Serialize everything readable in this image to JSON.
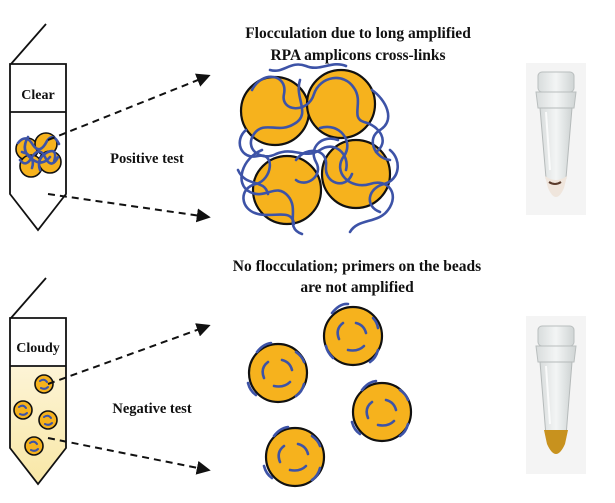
{
  "positive": {
    "title_line1": "Flocculation due to long amplified",
    "title_line2": "RPA amplicons cross-links",
    "tube_label": "Clear",
    "test_label": "Positive test"
  },
  "negative": {
    "title_line1": "No flocculation; primers on the beads",
    "title_line2": "are not amplified",
    "tube_label": "Cloudy",
    "test_label": "Negative test"
  },
  "colors": {
    "bead": "#f6b21d",
    "strand": "#3d53a7",
    "cloudy_liquid": "#fbeec3",
    "outline": "#111111"
  },
  "icons": [
    "tube-icon",
    "dashed-arrow-icon",
    "bead-icon",
    "photo-tube-icon"
  ]
}
